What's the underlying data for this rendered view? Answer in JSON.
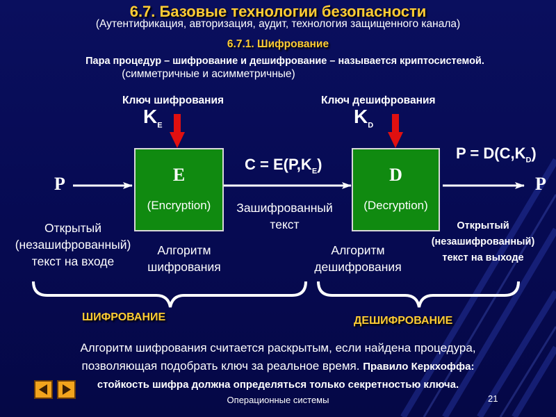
{
  "header": {
    "title": "6.7. Базовые технологии безопасности",
    "subtitle": "(Аутентификация, авторизация, аудит, технология защищенного канала)",
    "section": "6.7.1. Шифрование",
    "definition": "Пара процедур – шифрование и дешифрование – называется криптосистемой.",
    "definition_note": "(симметричные и асимметричные)"
  },
  "diagram": {
    "encryption_key_label": "Ключ шифрования",
    "decryption_key_label": "Ключ дешифрования",
    "key_e": {
      "base": "K",
      "sub": "E"
    },
    "key_d": {
      "base": "K",
      "sub": "D"
    },
    "box_e": {
      "letter": "E",
      "name": "(Encryption)"
    },
    "box_d": {
      "letter": "D",
      "name": "(Decryption)"
    },
    "plaintext_in_symbol": "P",
    "plaintext_out_symbol": "P",
    "cipher_formula": {
      "lhs": "C = E(P,K",
      "sub": "E",
      "rhs": ")"
    },
    "decrypt_formula": {
      "lhs": "P = D(C,K",
      "sub": "D",
      "rhs": ")"
    },
    "ciphertext_label": [
      "Зашифрованный",
      "текст"
    ],
    "plaintext_in_label": [
      "Открытый",
      "(незашифрованный)",
      "текст на входе"
    ],
    "plaintext_out_label": [
      "Открытый",
      "(незашифрованный)",
      "текст на выходе"
    ],
    "enc_algorithm_label": [
      "Алгоритм",
      "шифрования"
    ],
    "dec_algorithm_label": [
      "Алгоритм",
      "дешифрования"
    ],
    "encryption_group": "ШИФРОВАНИЕ",
    "decryption_group": "ДЕШИФРОВАНИЕ"
  },
  "footer_text": {
    "line1": "Алгоритм шифрования считается раскрытым, если найдена процедура,",
    "line2_plain": "позволяющая подобрать ключ за реальное время. ",
    "line2_bold": "Правило Керкхоффа:",
    "line3": "стойкость шифра должна определяться только секретностью ключа."
  },
  "footer": {
    "course": "Операционные системы",
    "page": "21"
  },
  "colors": {
    "background": "#0a0f5e",
    "title": "#ffcc33",
    "box": "#108a10",
    "key_arrow": "#e01010"
  }
}
